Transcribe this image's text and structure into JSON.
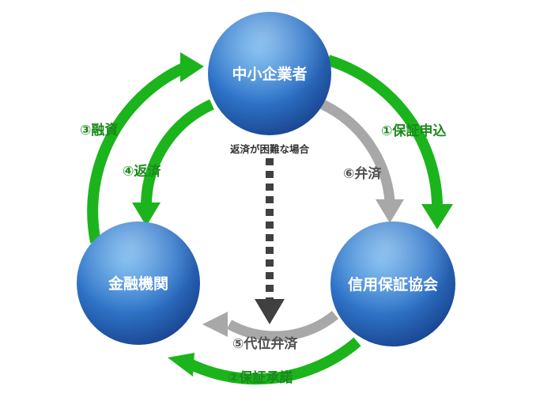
{
  "nodes": {
    "sme": "中小企業者",
    "bank": "金融機関",
    "guarantee": "信用保証協会"
  },
  "flows": {
    "f1": "①保証申込",
    "f2": "②保証承諾",
    "f3": "③融資",
    "f4": "④返済",
    "f5": "⑤代位弁済",
    "f6": "⑥弁済"
  },
  "note": "返済が困難な場合",
  "colors": {
    "green": "#1cb41c",
    "green_text": "#1a8a1a",
    "gray": "#a8a8a8",
    "gray_text": "#505050",
    "dark": "#404040",
    "node_light": "#4a9be0",
    "node_dark": "#1a4f9e"
  }
}
